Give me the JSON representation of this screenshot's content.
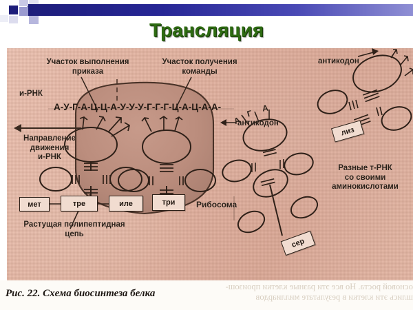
{
  "banner": {
    "decoration": "blue-gradient-bar"
  },
  "title": "Трансляция",
  "colors": {
    "title_green": "#2e6b12",
    "banner_blue": "#1d1d7a",
    "paper_pink": "#e2b4a3",
    "ink": "#2a2018"
  },
  "diagram": {
    "labels": {
      "site_execution": "Участок выполнения\nприказа",
      "site_receiving": "Участок получения\nкоманды",
      "mrna": "и-РНК",
      "direction": "Направление\nдвижения\nи-РНК",
      "growing_chain": "Растущая полипептидная\nцепь",
      "ribosome": "Рибосома",
      "anticodon_left": "антикодон",
      "anticodon_right": "антикодон",
      "different_trna": "Разные т-РНК\nсо своими\nаминокислотами"
    },
    "mrna_sequence": "А-У-Г-А-Ц-Ц-А-У-У-У-Г-Г-Г-Ц-А-Ц-А-А-",
    "anticodon_letters": [
      "А",
      "Г",
      "А"
    ],
    "amino_acid_boxes": [
      {
        "id": "met",
        "label": "мет"
      },
      {
        "id": "tre",
        "label": "тре"
      },
      {
        "id": "ile",
        "label": "иле"
      },
      {
        "id": "tri",
        "label": "три"
      },
      {
        "id": "ser",
        "label": "сер"
      },
      {
        "id": "liz",
        "label": "лиз"
      }
    ]
  },
  "caption": "Рис. 22. Схема биосинтеза белка",
  "ghost_text": "основой роста. Но все эти разные клетки произош-\nшлись эти клетки в результате миллиардов"
}
